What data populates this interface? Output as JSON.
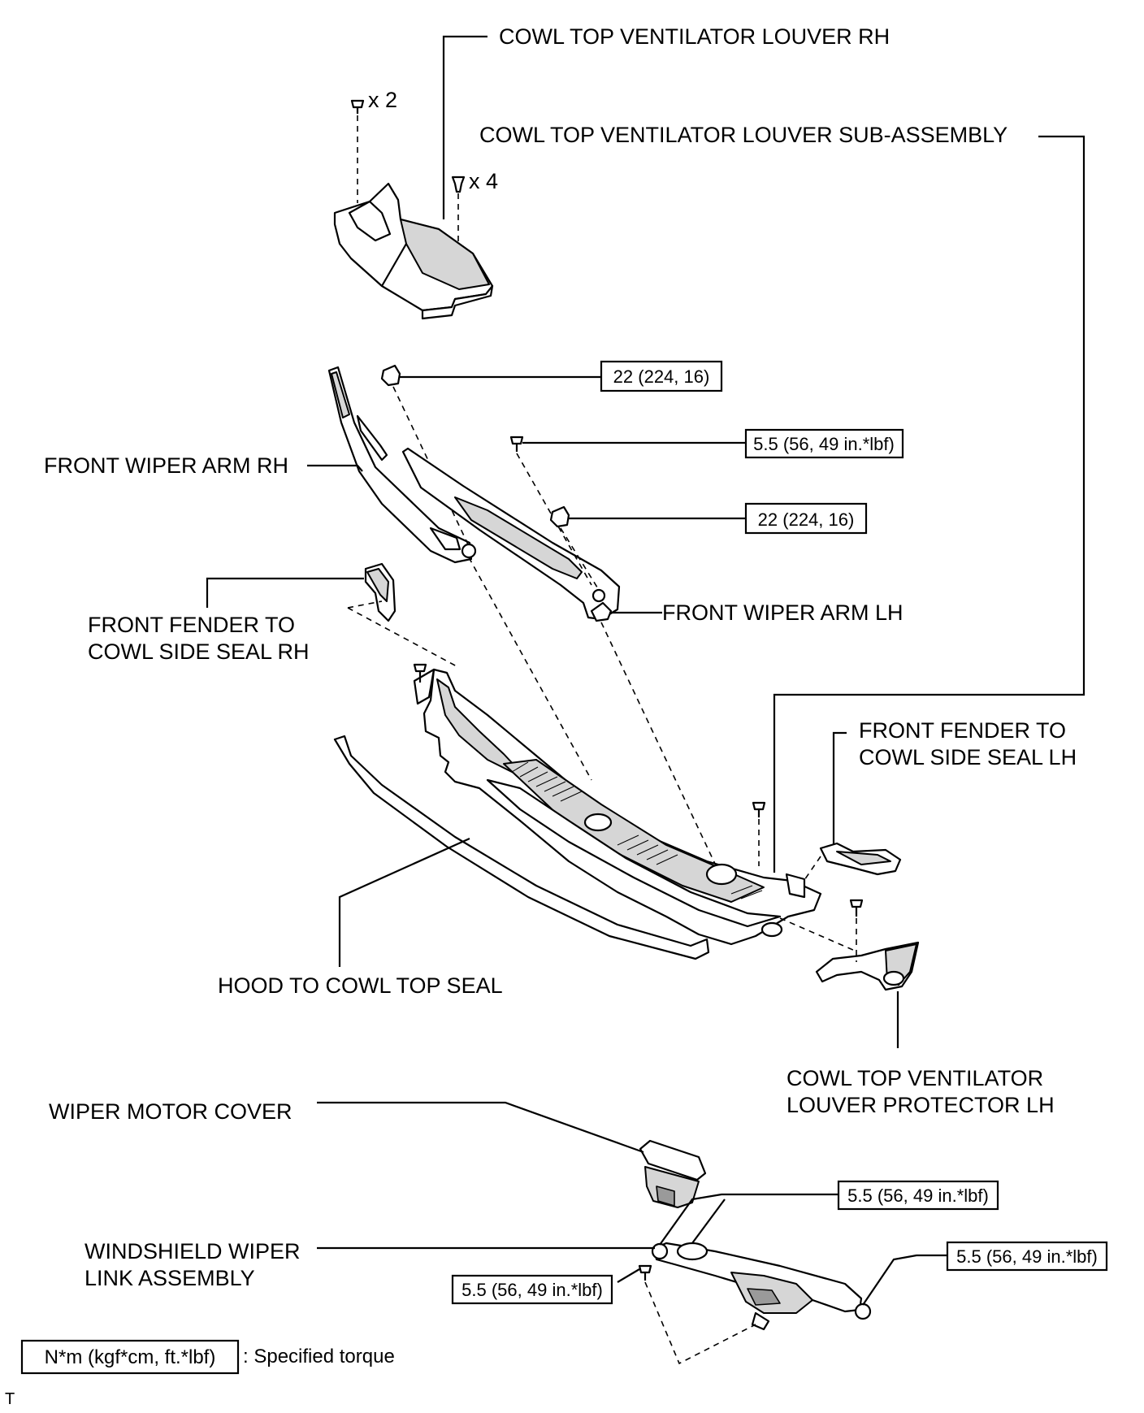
{
  "labels": {
    "louver_rh": "COWL TOP VENTILATOR LOUVER RH",
    "louver_sub": "COWL TOP VENTILATOR LOUVER SUB-ASSEMBLY",
    "arm_rh": "FRONT WIPER ARM RH",
    "arm_lh": "FRONT WIPER ARM LH",
    "seal_rh_1": "FRONT FENDER TO",
    "seal_rh_2": "COWL SIDE SEAL RH",
    "seal_lh_1": "FRONT FENDER TO",
    "seal_lh_2": "COWL SIDE SEAL LH",
    "hood_seal": "HOOD TO COWL TOP SEAL",
    "protector_1": "COWL TOP VENTILATOR",
    "protector_2": "LOUVER PROTECTOR LH",
    "motor_cover": "WIPER MOTOR COVER",
    "link_1": "WINDSHIELD WIPER",
    "link_2": "LINK ASSEMBLY",
    "qty_clip": "x 2",
    "qty_pin": "x 4"
  },
  "torques": {
    "arm_rh_nut": "22 (224, 16)",
    "arm_bolt": "5.5 (56, 49 in.*lbf)",
    "arm_lh_nut": "22 (224, 16)",
    "link_upper": "5.5 (56, 49 in.*lbf)",
    "link_right": "5.5 (56, 49 in.*lbf)",
    "link_left": "5.5 (56, 49 in.*lbf)"
  },
  "legend": {
    "unit": "N*m (kgf*cm, ft.*lbf)",
    "text": ": Specified torque"
  },
  "corner_mark": "T"
}
